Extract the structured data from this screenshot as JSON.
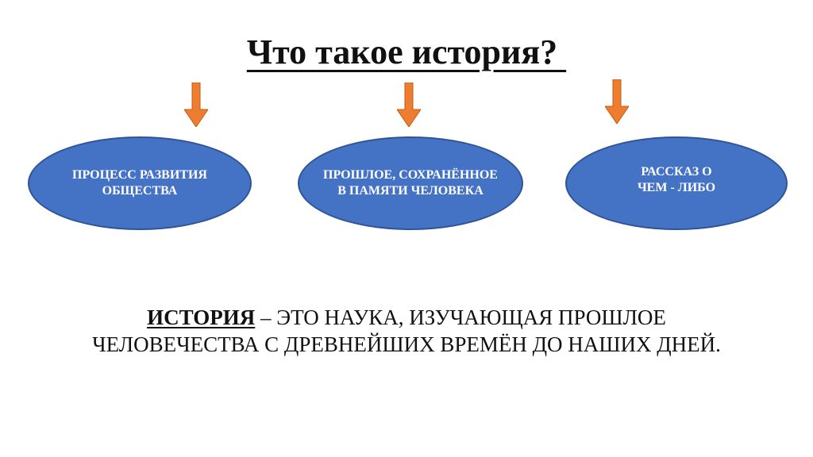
{
  "title": "Что такое история? ",
  "arrow_color": "#ed7d31",
  "ellipse_color": "#4472c4",
  "ellipses": [
    {
      "label": "ПРОЦЕСС РАЗВИТИЯ\nОБЩЕСТВА"
    },
    {
      "label": "ПРОШЛОЕ, СОХРАНЁННОЕ\nВ ПАМЯТИ ЧЕЛОВЕКА"
    },
    {
      "label": "РАССКАЗ О\nЧЕМ - ЛИБО"
    }
  ],
  "definition": {
    "term": "ИСТОРИЯ",
    "text": " – ЭТО НАУКА, ИЗУЧАЮЩАЯ ПРОШЛОЕ ЧЕЛОВЕЧЕСТВА С ДРЕВНЕЙШИХ ВРЕМЁН ДО НАШИХ ДНЕЙ."
  }
}
